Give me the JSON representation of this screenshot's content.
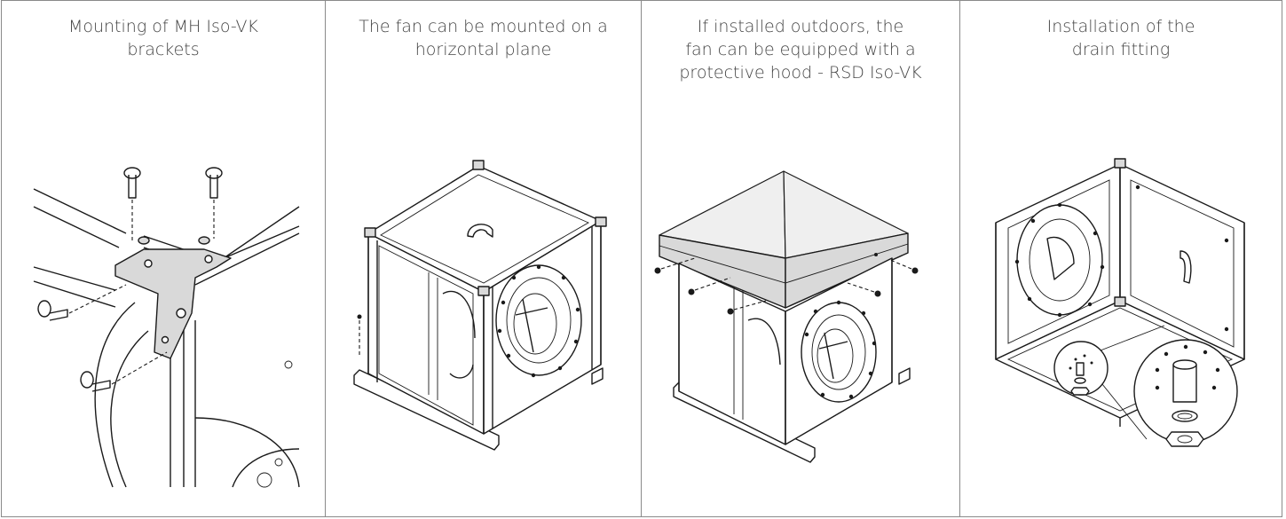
{
  "panels": [
    {
      "caption": "Mounting of  MH Iso-VK\nbrackets"
    },
    {
      "caption": "The fan can be mounted on a\nhorizontal plane"
    },
    {
      "caption": "If installed outdoors, the\nfan can be equipped with a\nprotective hood - RSD Iso-VK"
    },
    {
      "caption": "Installation of the\ndrain fitting"
    }
  ],
  "colors": {
    "border": "#8a8a8a",
    "caption_text": "#444444",
    "line": "#1a1a1a",
    "hood_fill": "#d9d9d9"
  }
}
